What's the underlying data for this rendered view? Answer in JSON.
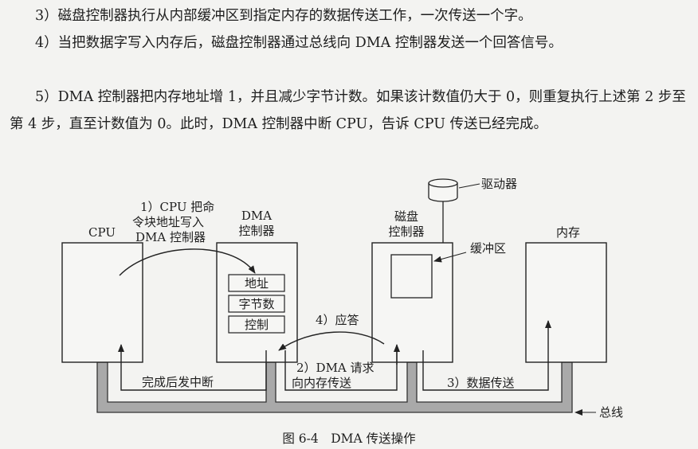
{
  "paragraphs": [
    "3）磁盘控制器执行从内部缓冲区到指定内存的数据传送工作，一次传送一个字。",
    "4）当把数据字写入内存后，磁盘控制器通过总线向 DMA 控制器发送一个回答信号。",
    "5）DMA 控制器把内存地址增 1，并且减少字节计数。如果该计数值仍大于 0，则重复执行上述第 2 步至第 4 步，直至计数值为 0。此时，DMA 控制器中断 CPU，告诉 CPU 传送已经完成。"
  ],
  "figure": {
    "cpu_label": "CPU",
    "dma_label": [
      "DMA",
      "控制器"
    ],
    "disk_ctrl_label": [
      "磁盘",
      "控制器"
    ],
    "memory_label": "内存",
    "drive_label": "驱动器",
    "buffer_label": "缓冲区",
    "bus_label": "总线",
    "registers": [
      "地址",
      "字节数",
      "控制"
    ],
    "step1": [
      "1）CPU 把命",
      "令块地址写入",
      "DMA 控制器"
    ],
    "step2": [
      "2）DMA 请求",
      "向内存传送"
    ],
    "step3": "3）数据传送",
    "step4": "4）应答",
    "interrupt_label": "完成后发中断",
    "caption": "图 6-4　DMA 传送操作"
  }
}
